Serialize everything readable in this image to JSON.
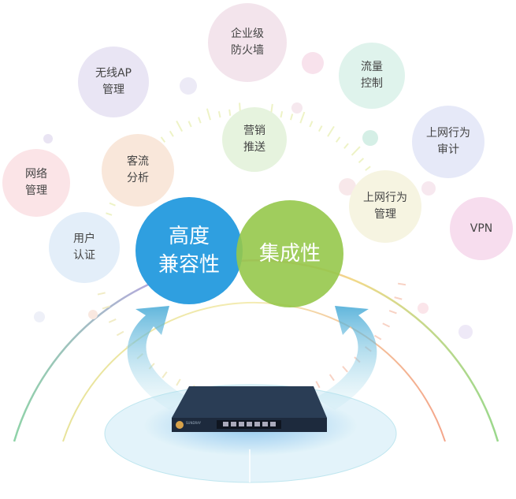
{
  "features": [
    {
      "id": "firewall",
      "lines": [
        "企业级",
        "防火墙"
      ],
      "color": "#f3e4ec"
    },
    {
      "id": "wireless-ap",
      "lines": [
        "无线AP",
        "管理"
      ],
      "color": "#e9e5f4"
    },
    {
      "id": "traffic-control",
      "lines": [
        "流量",
        "控制"
      ],
      "color": "#dff3ec"
    },
    {
      "id": "internet-audit",
      "lines": [
        "上网行为",
        "审计"
      ],
      "color": "#e6e9f8"
    },
    {
      "id": "network-mgmt",
      "lines": [
        "网络",
        "管理"
      ],
      "color": "#fbe4e7"
    },
    {
      "id": "customer-flow",
      "lines": [
        "客流",
        "分析"
      ],
      "color": "#f9e7da"
    },
    {
      "id": "marketing-push",
      "lines": [
        "营销",
        "推送"
      ],
      "color": "#e6f3de"
    },
    {
      "id": "internet-mgmt",
      "lines": [
        "上网行为",
        "管理"
      ],
      "color": "#f6f4e1"
    },
    {
      "id": "vpn",
      "lines": [
        "VPN"
      ],
      "color": "#f7ddee"
    },
    {
      "id": "user-auth",
      "lines": [
        "用户",
        "认证"
      ],
      "color": "#e3eef9"
    }
  ],
  "core": {
    "compatibility": {
      "lines": [
        "高度",
        "兼容性"
      ],
      "color": "#2f9fe0"
    },
    "integration": {
      "lines": [
        "集成性"
      ],
      "color": "#9ccb52"
    }
  },
  "device": {
    "brand": "SUNDRAY"
  }
}
